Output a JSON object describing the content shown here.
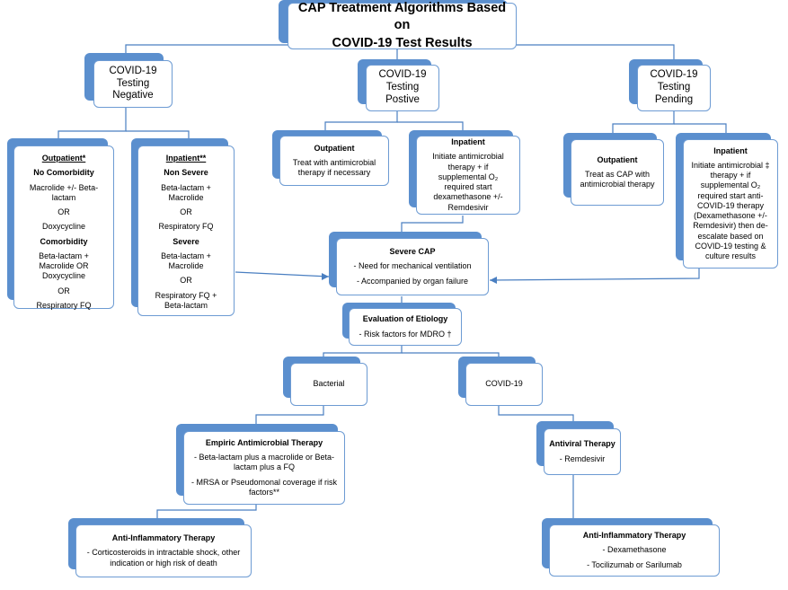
{
  "title": [
    "CAP Treatment Algorithms Based on",
    "COVID-19 Test Results"
  ],
  "negative": {
    "heading": [
      "COVID-19",
      "Testing",
      "Negative"
    ]
  },
  "positive": {
    "heading": [
      "COVID-19",
      "Testing",
      "Postive"
    ]
  },
  "pending": {
    "heading": [
      "COVID-19",
      "Testing",
      "Pending"
    ]
  },
  "neg_outpatient": {
    "title": "Outpatient*",
    "no_comorbidity": "No Comorbidity",
    "regimen1": [
      "Macrolide +/- Beta-",
      "lactam"
    ],
    "or1": "OR",
    "regimen2": "Doxycycline",
    "comorbidity": "Comorbidity",
    "regimen3": [
      "Beta-lactam +",
      "Macrolide OR",
      "Doxycycline"
    ],
    "or2": "OR",
    "regimen4": "Respiratory FQ"
  },
  "neg_inpatient": {
    "title": "Inpatient**",
    "non_severe": "Non Severe",
    "regimen1": [
      "Beta-lactam +",
      "Macrolide"
    ],
    "or1": "OR",
    "regimen2": "Respiratory FQ",
    "severe": "Severe",
    "regimen3": [
      "Beta-lactam +",
      "Macrolide"
    ],
    "or2": "OR",
    "regimen4": [
      "Respiratory FQ +",
      "Beta-lactam"
    ]
  },
  "pos_outpatient": {
    "title": "Outpatient",
    "text": [
      "Treat with antimicrobial",
      "therapy if necessary"
    ]
  },
  "pos_inpatient": {
    "title": "Inpatient",
    "text": [
      "Initiate antimicrobial",
      "therapy + if",
      "supplemental O₂",
      "required start",
      "dexamethasone +/-",
      "Remdesivir"
    ]
  },
  "pend_outpatient": {
    "title": "Outpatient",
    "text": [
      "Treat as CAP with",
      "antimicrobial therapy"
    ]
  },
  "pend_inpatient": {
    "title": "Inpatient",
    "text": [
      "Initiate antimicrobial ‡",
      "therapy + if",
      "supplemental O₂",
      "required start anti-",
      "COVID-19 therapy",
      "(Dexamethasone +/-",
      "Remdesivir) then de-",
      "escalate based on",
      "COVID-19 testing &",
      "culture results"
    ]
  },
  "severe_cap": {
    "title": "Severe CAP",
    "items": [
      "- Need for mechanical ventilation",
      "- Accompanied by organ failure"
    ]
  },
  "etiology": {
    "title": "Evaluation of Etiology",
    "items": [
      "- Risk factors for MDRO †"
    ]
  },
  "bacterial": {
    "label": "Bacterial"
  },
  "covid19": {
    "label": "COVID-19"
  },
  "empiric": {
    "title": "Empiric Antimicrobial Therapy",
    "items": [
      [
        "-  Beta-lactam plus a macrolide or Beta-",
        "lactam plus a FQ"
      ],
      [
        "- MRSA or Pseudomonal coverage if risk",
        "factors**"
      ]
    ]
  },
  "antiviral": {
    "title": "Antiviral Therapy",
    "items": [
      "- Remdesivir"
    ]
  },
  "anti_inflam_left": {
    "title": "Anti-Inflammatory Therapy",
    "items": [
      [
        "- Corticosteroids in intractable shock, other",
        "indication or high risk of death"
      ]
    ]
  },
  "anti_inflam_right": {
    "title": "Anti-Inflammatory Therapy",
    "items": [
      "- Dexamethasone",
      "- Tocilizumab or Sarilumab"
    ]
  },
  "colors": {
    "shadow": "#5b8fce",
    "border": "#6d9bd3",
    "connector": "#4a7fc1"
  }
}
